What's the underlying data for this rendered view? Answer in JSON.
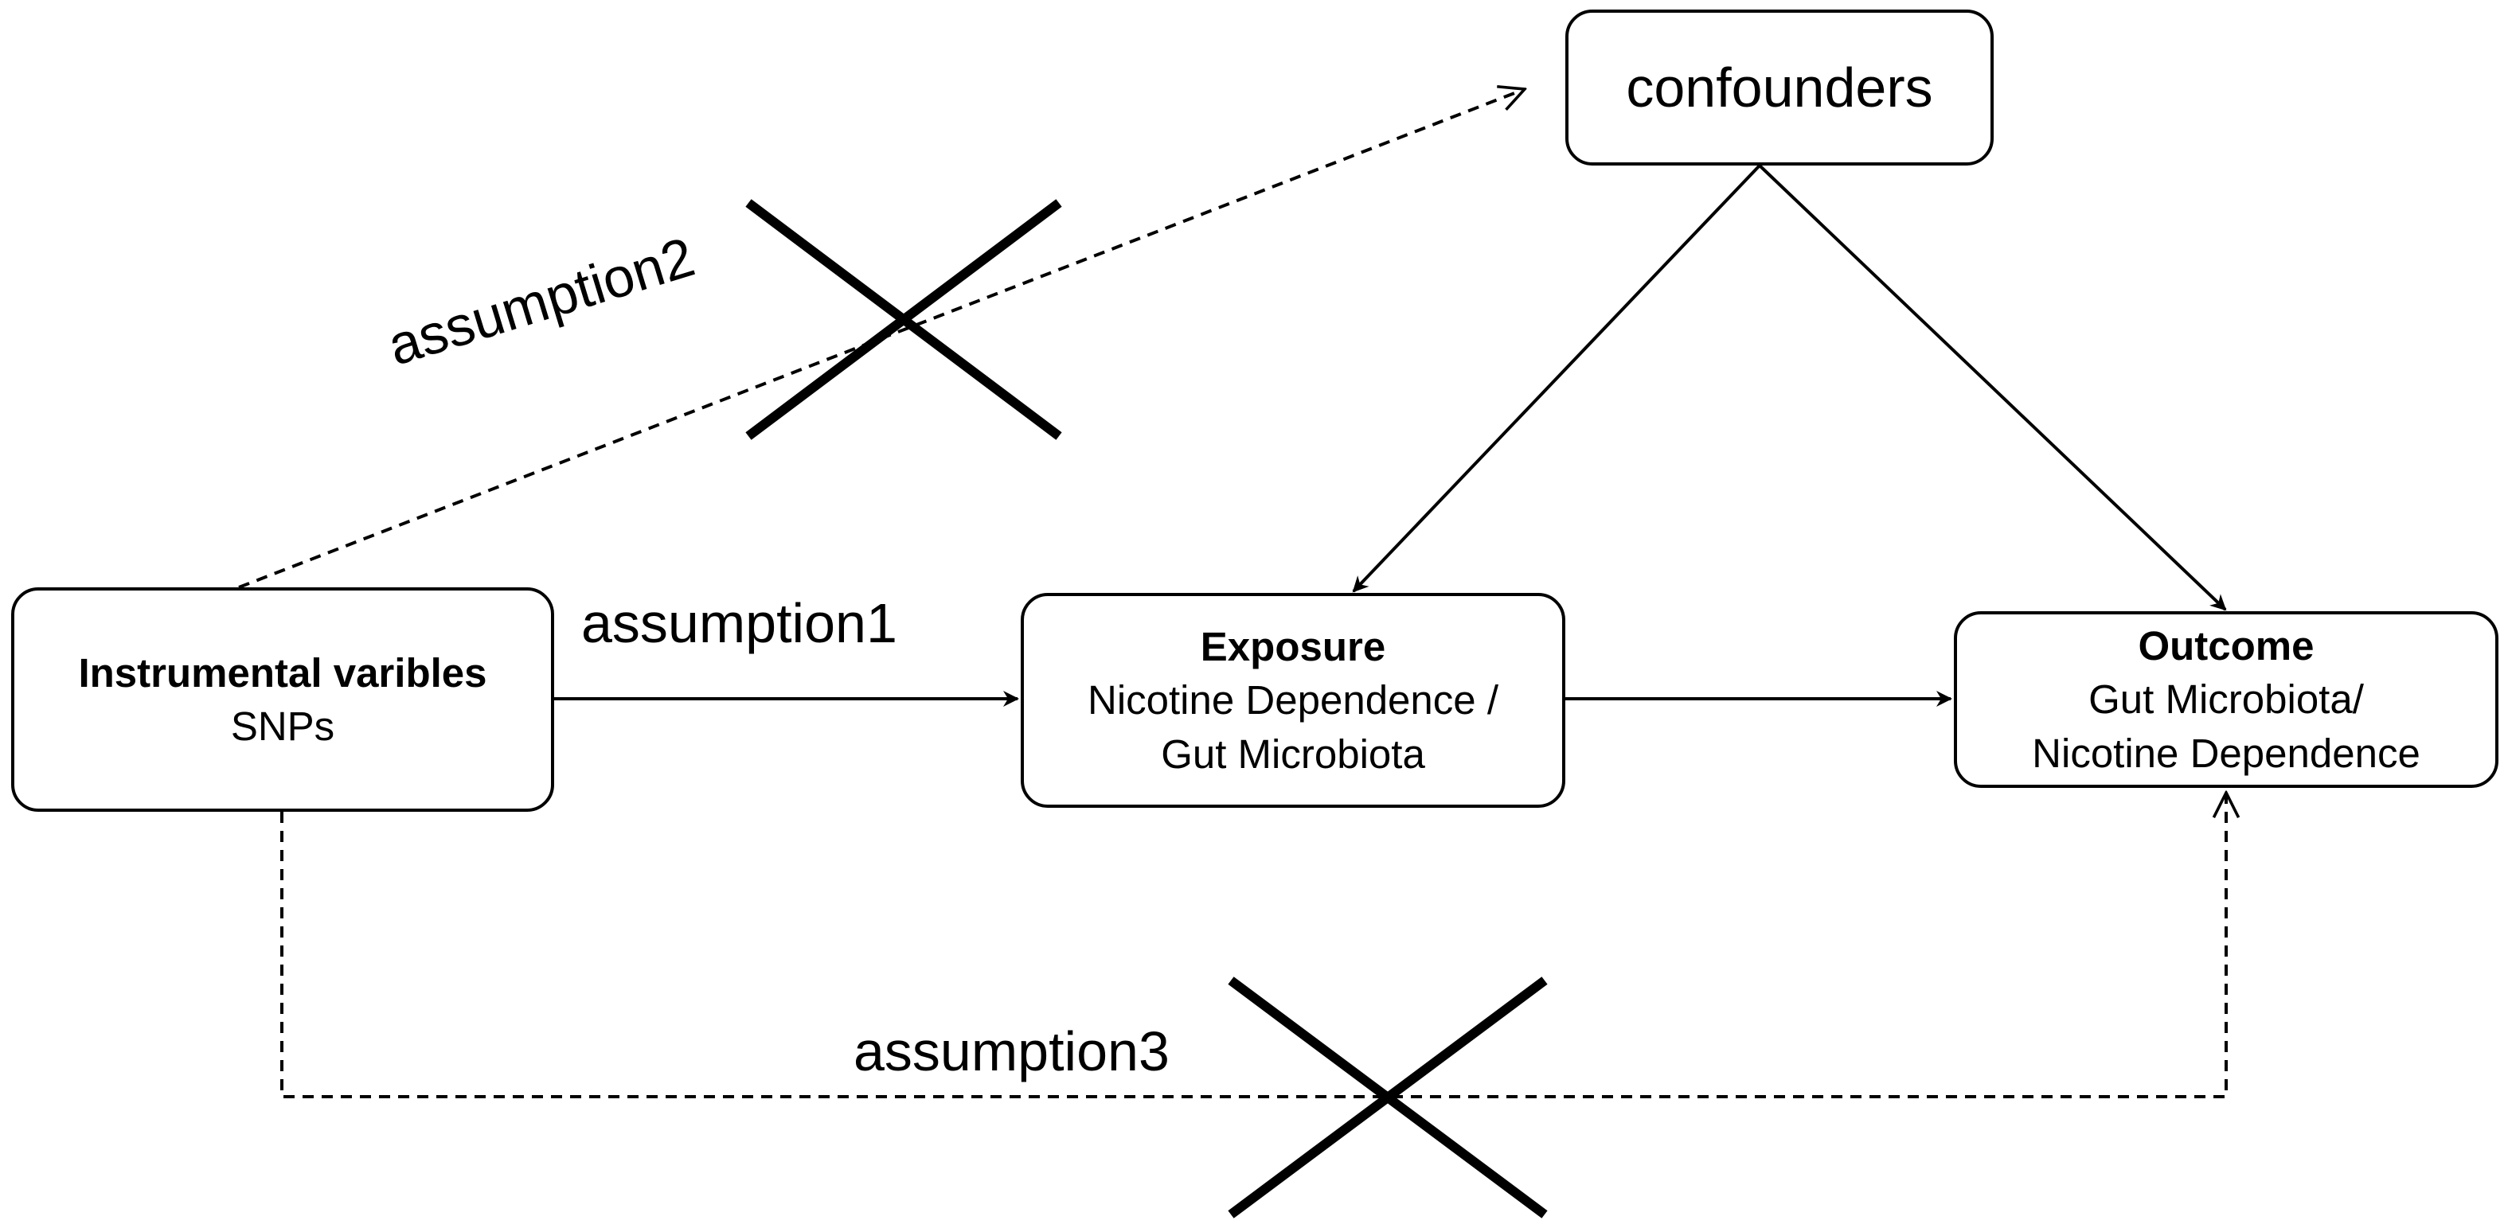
{
  "nodes": {
    "instrumental": {
      "title": "Instrumental varibles",
      "subtitle": "SNPs"
    },
    "exposure": {
      "title": "Exposure",
      "line1": "Nicotine Dependence /",
      "line2": "Gut Microbiota"
    },
    "outcome": {
      "title": "Outcome",
      "line1": "Gut Microbiota/",
      "line2": "Nicotine Dependence"
    },
    "confounders": {
      "title": "confounders"
    }
  },
  "edges": {
    "assumption1": "assumption1",
    "assumption2": "assumption2",
    "assumption3": "assumption3"
  },
  "colors": {
    "stroke": "#000000",
    "background": "#ffffff"
  }
}
